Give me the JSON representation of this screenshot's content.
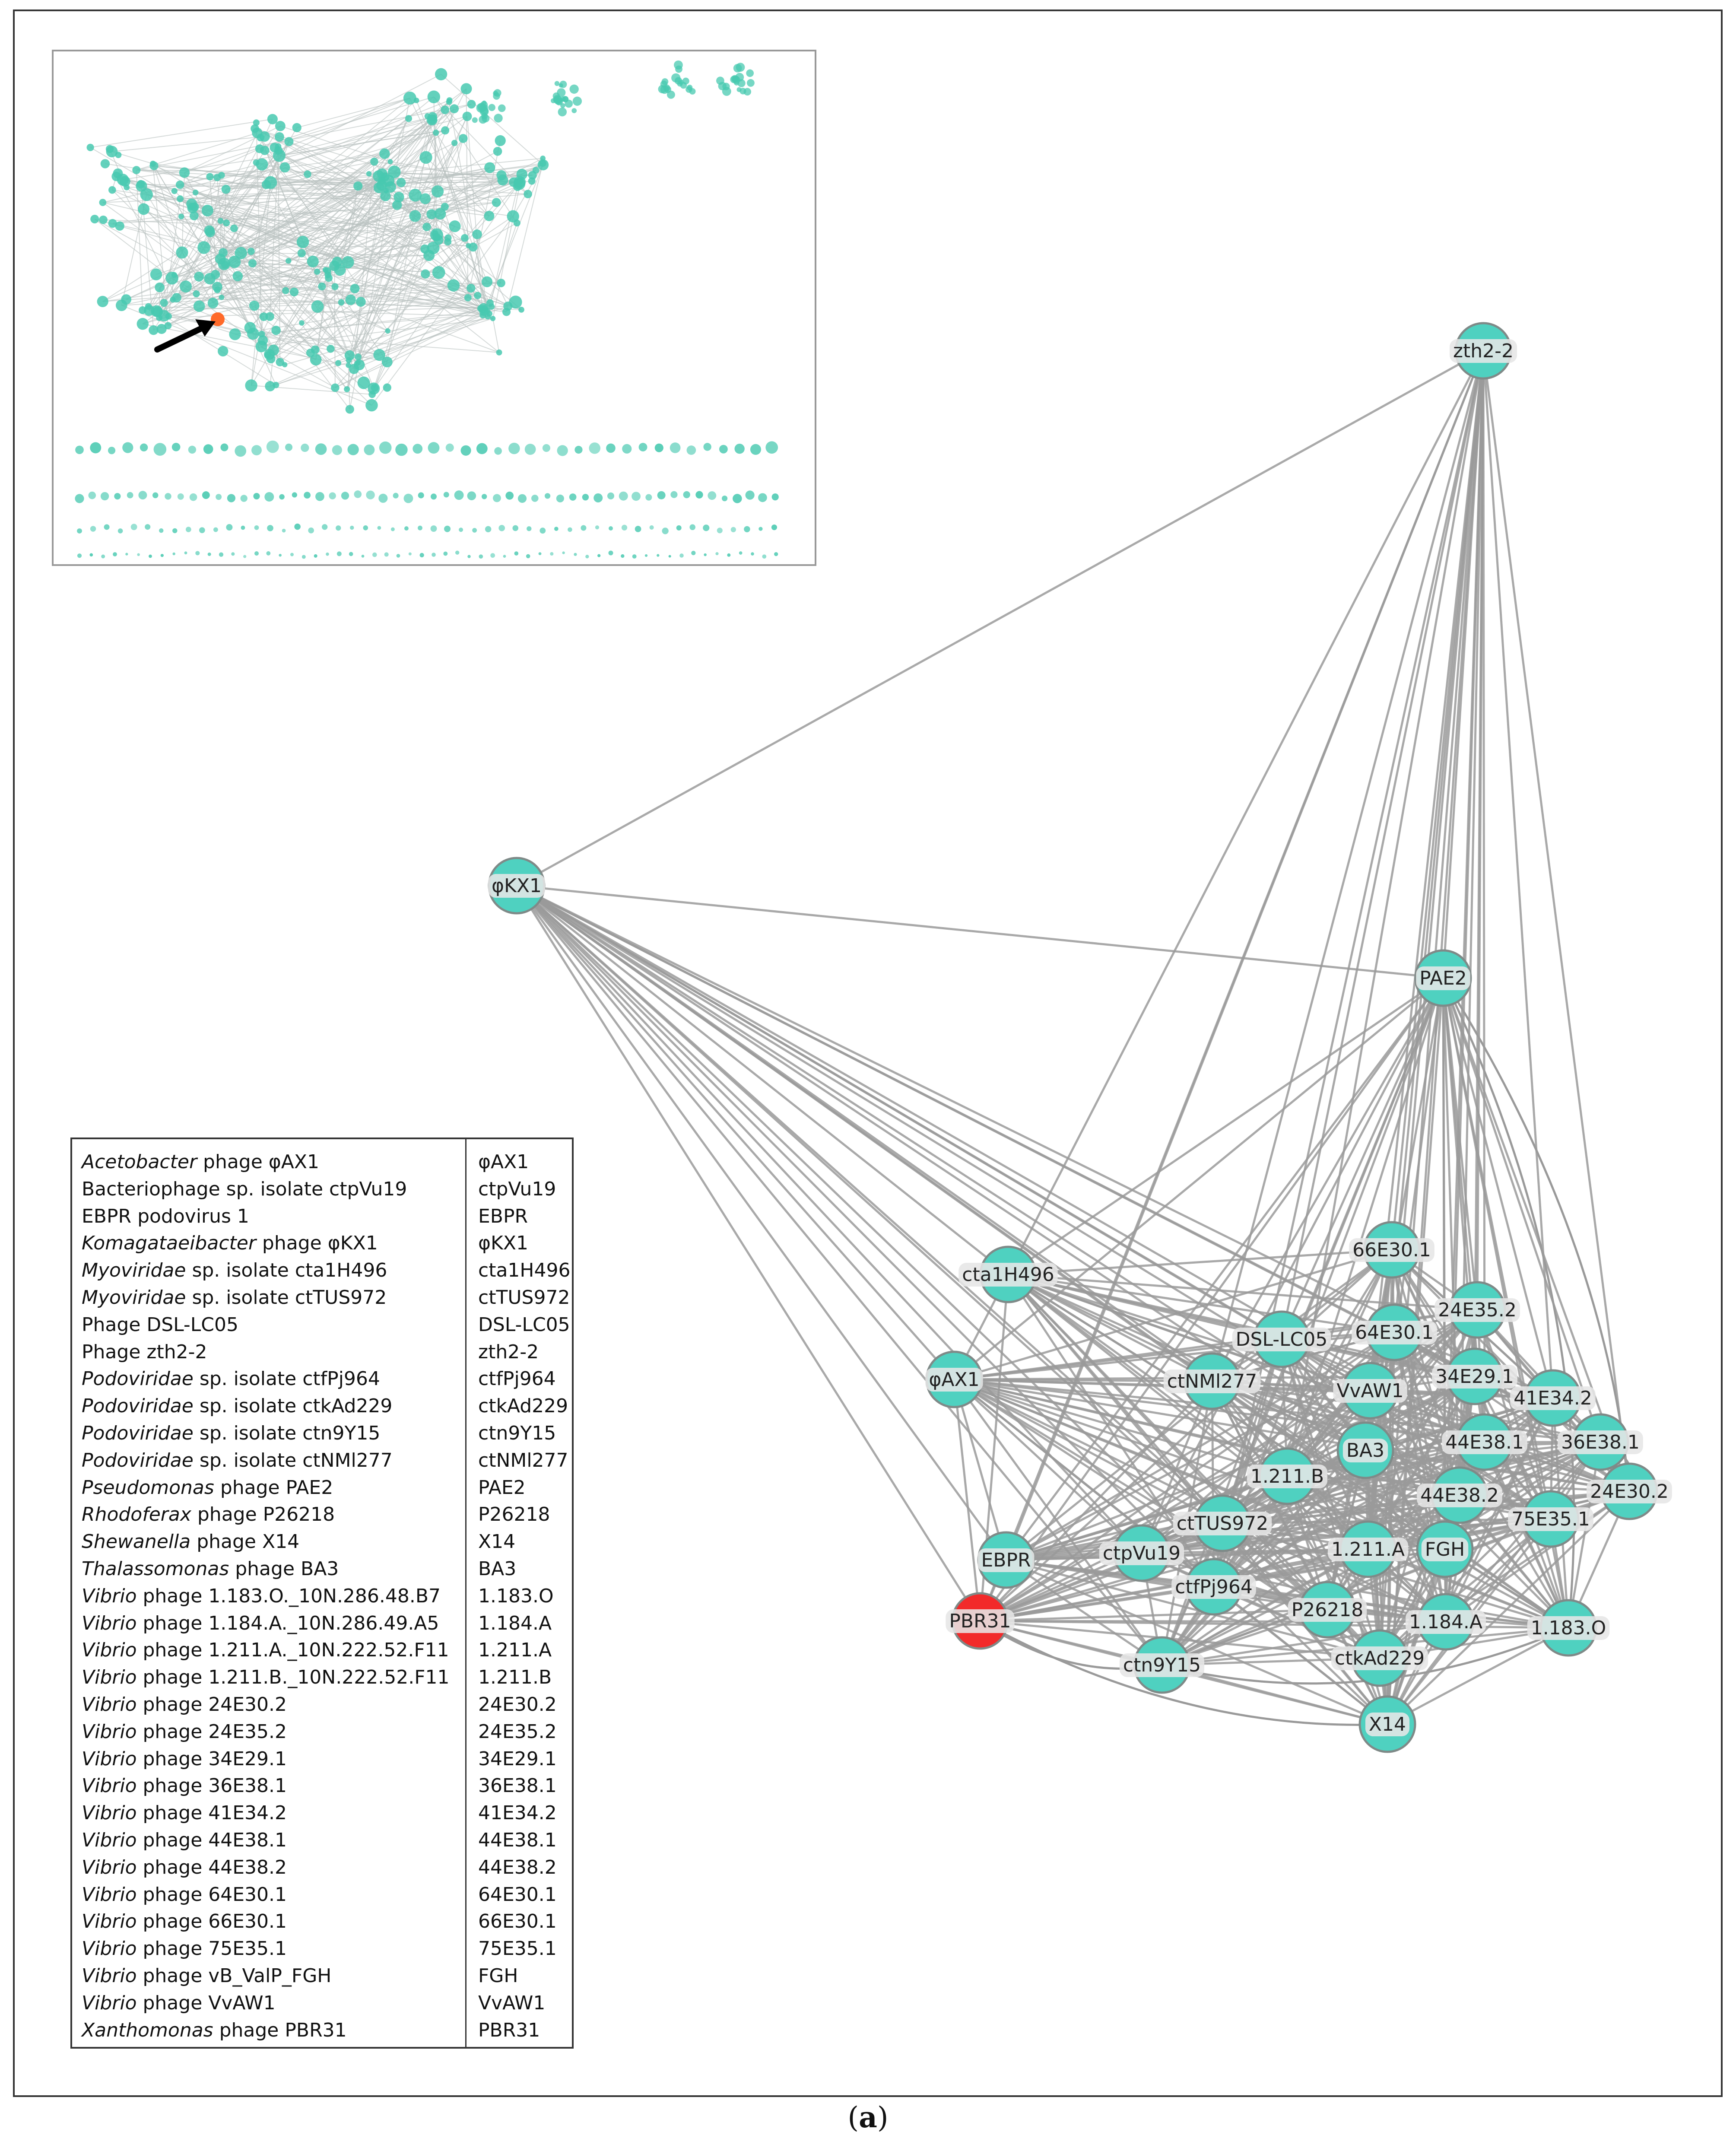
{
  "colors": {
    "node": "#4fd1c0",
    "node_stroke": "#7f8a88",
    "highlight_node": "#f22a2a",
    "edge": "#9a9a9a",
    "inset_node": "#48c9b0",
    "inset_arrow": "#000000",
    "inset_highlight": "#ff6a2a"
  },
  "network": {
    "nodes": [
      {
        "id": "zth2-2",
        "label": "zth2-2"
      },
      {
        "id": "φKX1",
        "label": "φKX1"
      },
      {
        "id": "PAE2",
        "label": "PAE2"
      },
      {
        "id": "cta1H496",
        "label": "cta1H496"
      },
      {
        "id": "φAX1",
        "label": "φAX1"
      },
      {
        "id": "66E30.1",
        "label": "66E30.1"
      },
      {
        "id": "24E35.2",
        "label": "24E35.2"
      },
      {
        "id": "DSL-LC05",
        "label": "DSL-LC05"
      },
      {
        "id": "64E30.1",
        "label": "64E30.1"
      },
      {
        "id": "ctNMl277",
        "label": "ctNMl277"
      },
      {
        "id": "VvAW1",
        "label": "VvAW1"
      },
      {
        "id": "34E29.1",
        "label": "34E29.1"
      },
      {
        "id": "41E34.2",
        "label": "41E34.2"
      },
      {
        "id": "BA3",
        "label": "BA3"
      },
      {
        "id": "44E38.1",
        "label": "44E38.1"
      },
      {
        "id": "36E38.1",
        "label": "36E38.1"
      },
      {
        "id": "1.211.B",
        "label": "1.211.B"
      },
      {
        "id": "44E38.2",
        "label": "44E38.2"
      },
      {
        "id": "24E30.2",
        "label": "24E30.2"
      },
      {
        "id": "75E35.1",
        "label": "75E35.1"
      },
      {
        "id": "ctTUS972",
        "label": "ctTUS972"
      },
      {
        "id": "EBPR",
        "label": "EBPR"
      },
      {
        "id": "ctpVu19",
        "label": "ctpVu19"
      },
      {
        "id": "1.211.A",
        "label": "1.211.A"
      },
      {
        "id": "FGH",
        "label": "FGH"
      },
      {
        "id": "ctfPj964",
        "label": "ctfPj964"
      },
      {
        "id": "PBR31",
        "label": "PBR31",
        "highlight": true
      },
      {
        "id": "P26218",
        "label": "P26218"
      },
      {
        "id": "1.184.A",
        "label": "1.184.A"
      },
      {
        "id": "1.183.O",
        "label": "1.183.O"
      },
      {
        "id": "ctn9Y15",
        "label": "ctn9Y15"
      },
      {
        "id": "ctkAd229",
        "label": "ctkAd229"
      },
      {
        "id": "X14",
        "label": "X14"
      }
    ]
  },
  "legend": {
    "rows": [
      {
        "genus": "Acetobacter",
        "rest": " phage φAX1",
        "abbr": "φAX1"
      },
      {
        "genus": "",
        "rest": "Bacteriophage sp. isolate ctpVu19",
        "abbr": "ctpVu19"
      },
      {
        "genus": "",
        "rest": "EBPR podovirus 1",
        "abbr": "EBPR"
      },
      {
        "genus": "Komagataeibacter",
        "rest": " phage φKX1",
        "abbr": "φKX1"
      },
      {
        "genus": "Myoviridae",
        "rest": " sp. isolate cta1H496",
        "abbr": "cta1H496"
      },
      {
        "genus": "Myoviridae",
        "rest": " sp. isolate ctTUS972",
        "abbr": "ctTUS972"
      },
      {
        "genus": "",
        "rest": "Phage DSL-LC05",
        "abbr": "DSL-LC05"
      },
      {
        "genus": "",
        "rest": "Phage zth2-2",
        "abbr": "zth2-2"
      },
      {
        "genus": "Podoviridae",
        "rest": " sp. isolate ctfPj964",
        "abbr": "ctfPj964"
      },
      {
        "genus": "Podoviridae",
        "rest": " sp. isolate ctkAd229",
        "abbr": "ctkAd229"
      },
      {
        "genus": "Podoviridae",
        "rest": " sp. isolate ctn9Y15",
        "abbr": "ctn9Y15"
      },
      {
        "genus": "Podoviridae",
        "rest": " sp. isolate ctNMl277",
        "abbr": "ctNMl277"
      },
      {
        "genus": "Pseudomonas",
        "rest": " phage PAE2",
        "abbr": "PAE2"
      },
      {
        "genus": "Rhodoferax",
        "rest": " phage P26218",
        "abbr": "P26218"
      },
      {
        "genus": "Shewanella",
        "rest": " phage X14",
        "abbr": "X14"
      },
      {
        "genus": "Thalassomonas",
        "rest": " phage BA3",
        "abbr": "BA3"
      },
      {
        "genus": "Vibrio",
        "rest": " phage 1.183.O._10N.286.48.B7",
        "abbr": "1.183.O"
      },
      {
        "genus": "Vibrio",
        "rest": " phage 1.184.A._10N.286.49.A5",
        "abbr": "1.184.A"
      },
      {
        "genus": "Vibrio",
        "rest": " phage 1.211.A._10N.222.52.F11",
        "abbr": "1.211.A"
      },
      {
        "genus": "Vibrio",
        "rest": " phage 1.211.B._10N.222.52.F11",
        "abbr": "1.211.B"
      },
      {
        "genus": "Vibrio",
        "rest": " phage 24E30.2",
        "abbr": "24E30.2"
      },
      {
        "genus": "Vibrio",
        "rest": " phage 24E35.2",
        "abbr": "24E35.2"
      },
      {
        "genus": "Vibrio",
        "rest": " phage 34E29.1",
        "abbr": "34E29.1"
      },
      {
        "genus": "Vibrio",
        "rest": " phage 36E38.1",
        "abbr": "36E38.1"
      },
      {
        "genus": "Vibrio",
        "rest": " phage 41E34.2",
        "abbr": "41E34.2"
      },
      {
        "genus": "Vibrio",
        "rest": " phage 44E38.1",
        "abbr": "44E38.1"
      },
      {
        "genus": "Vibrio",
        "rest": " phage 44E38.2",
        "abbr": "44E38.2"
      },
      {
        "genus": "Vibrio",
        "rest": " phage 64E30.1",
        "abbr": "64E30.1"
      },
      {
        "genus": "Vibrio",
        "rest": " phage 66E30.1",
        "abbr": "66E30.1"
      },
      {
        "genus": "Vibrio",
        "rest": " phage 75E35.1",
        "abbr": "75E35.1"
      },
      {
        "genus": "Vibrio",
        "rest": " phage vB_ValP_FGH",
        "abbr": "FGH"
      },
      {
        "genus": "Vibrio",
        "rest": " phage VvAW1",
        "abbr": "VvAW1"
      },
      {
        "genus": "Xanthomonas",
        "rest": " phage PBR31",
        "abbr": "PBR31"
      }
    ]
  },
  "caption": {
    "open": "(",
    "letter": "a",
    "close": ")"
  }
}
